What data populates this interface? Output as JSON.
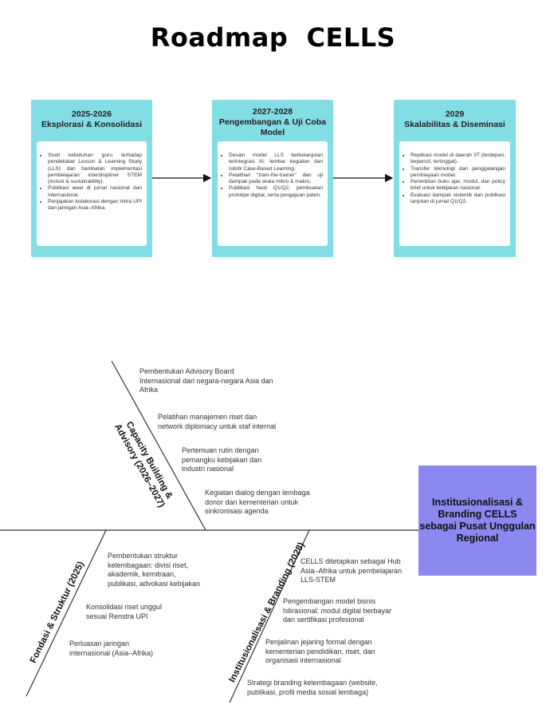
{
  "title": "Roadmap  CELLS",
  "timeline": [
    {
      "year": "2025-2026",
      "name": "Eksplorasi & Konsolidasi",
      "items": [
        "Studi kebutuhan guru terhadap pendekatan Lesson & Learning Study (LLS) dan hambatan implementasi pembelajaran interdisipliner STEM (inclusi & sustainability).",
        "Publikasi awal di jurnal nasional dan internasional.",
        "Penjajakan kolaborasi dengan mitra UPI dan jaringan Asia–Afrika."
      ]
    },
    {
      "year": "2027-2028",
      "name_line1": "Pengembangan & Uji Coba",
      "name_line2": "Model",
      "items": [
        "Desain model LLS berkelanjutan terintegrasi AI: lembar kegiatan dan rubrik Case-Based Learning.",
        "Pelatihan “train-the-trainer” dan uji dampak pada skala mikro & makro.",
        "Publikasi hasil Q1/Q2, pembuatan prototipe digital, serta pengajuan paten."
      ]
    },
    {
      "year": "2029",
      "name": "Skalabilitas & Diseminasi",
      "items": [
        "Replikasi model di daerah 3T (terdepan, terpencil, tertinggal).",
        "Transfer teknologi dan penggalangan pembiayaan model.",
        "Penerbitan buku ajar, modul, dan policy brief untuk kebijakan nasional.",
        "Evaluasi dampak sistemik dan publikasi lanjutan di jurnal Q1/Q2."
      ]
    }
  ],
  "fishbone": {
    "goal": "Institusionalisasi & Branding CELLS sebagai Pusat Unggulan Regional",
    "bone_capacity": {
      "label_line1": "Capacity Building &",
      "label_line2": "Advisory (2026–2027)",
      "items": [
        [
          "Pembentukan Advisory Board",
          "Internasional dari negara-negara Asia dan",
          "Afrika"
        ],
        [
          "Pelatihan manajemen riset dan",
          "network diplomacy untuk staf internal"
        ],
        [
          "Pertemuan rutin dengan",
          "pemangku kebijakan dan",
          "industri nasional"
        ],
        [
          "Kegiatan dialog dengan lembaga",
          "donor dan kementerian untuk",
          "sinkronisasi agenda"
        ]
      ]
    },
    "bone_fondasi": {
      "label": "Fondasi & Struktur (2025)",
      "items": [
        [
          "Pembentukan struktur",
          "kelembagaan: divisi riset,",
          "akademik, kemitraan,",
          "publikasi, advokasi kebijakan"
        ],
        [
          "Konsolidasi riset unggul",
          "sesuai Renstra UPI"
        ],
        [
          "Perluasan jaringan",
          "internasional (Asia–Afrika)"
        ]
      ]
    },
    "bone_branding": {
      "label": "Institusionalisasi & Branding (2028)",
      "items": [
        [
          "CELLS ditetapkan sebagai Hub",
          "Asia–Afrika untuk pembelajaran",
          "LLS-STEM"
        ],
        [
          "Pengembangan model bisnis",
          "hilirasional: modul digital berbayar",
          "dan sertifikasi profesional"
        ],
        [
          "Penjalinan jejaring formal dengan",
          "kementerian pendidikan, riset, dan",
          "organisasi internasional"
        ],
        [
          "Strategi branding kelembagaan (website,",
          "publikasi, profil media sosial lembaga)"
        ]
      ]
    }
  }
}
